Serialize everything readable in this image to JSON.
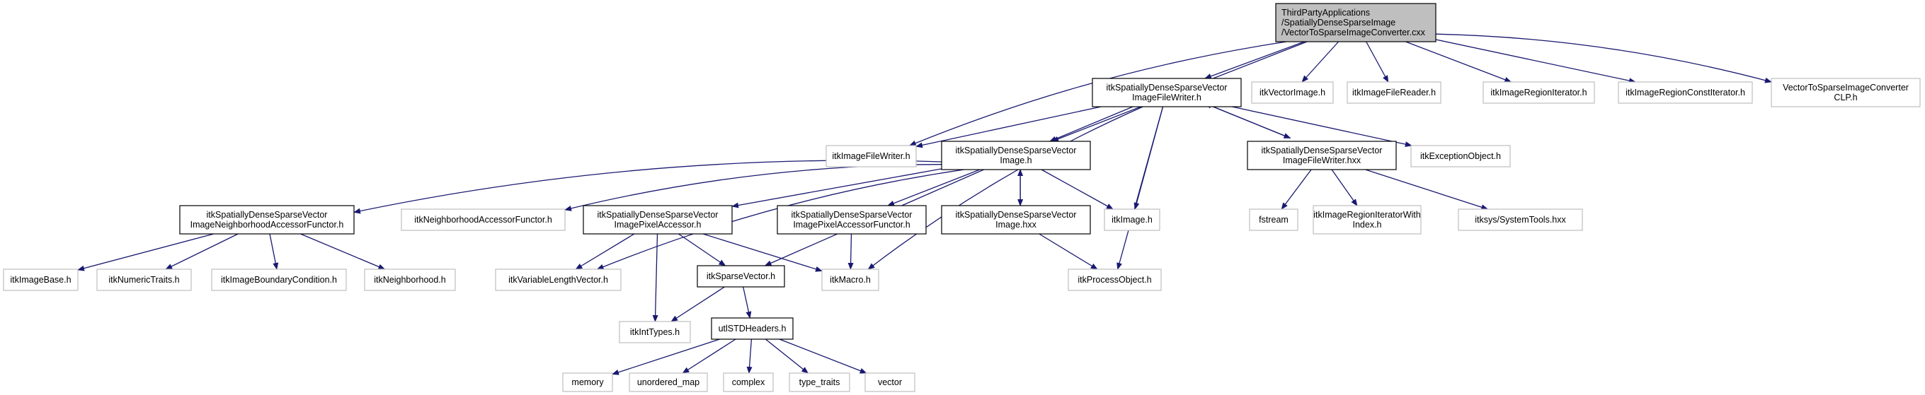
{
  "colors": {
    "edge": "#191970",
    "root_fill": "#bfbfbf",
    "root_stroke": "#000000",
    "documented_stroke": "#000000",
    "external_stroke": "#bfbfbf",
    "node_fill": "#ffffff"
  },
  "nodes": [
    {
      "id": "root",
      "lines": [
        "ThirdPartyApplications",
        "/SpatiallyDenseSparseImage",
        "/VectorToSparseImageConverter.cxx"
      ],
      "kind": "root"
    },
    {
      "id": "fileWriterH",
      "lines": [
        "itkSpatiallyDenseSparseVector",
        "ImageFileWriter.h"
      ],
      "kind": "documented"
    },
    {
      "id": "vectorImageH",
      "lines": [
        "itkVectorImage.h"
      ],
      "kind": "external"
    },
    {
      "id": "imageFileReaderH",
      "lines": [
        "itkImageFileReader.h"
      ],
      "kind": "external"
    },
    {
      "id": "regionIteratorH",
      "lines": [
        "itkImageRegionIterator.h"
      ],
      "kind": "external"
    },
    {
      "id": "regionConstIteratorH",
      "lines": [
        "itkImageRegionConstIterator.h"
      ],
      "kind": "external"
    },
    {
      "id": "clpH",
      "lines": [
        "VectorToSparseImageConverter",
        "CLP.h"
      ],
      "kind": "external"
    },
    {
      "id": "imageFileWriterH",
      "lines": [
        "itkImageFileWriter.h"
      ],
      "kind": "external"
    },
    {
      "id": "sdsvImageH",
      "lines": [
        "itkSpatiallyDenseSparseVector",
        "Image.h"
      ],
      "kind": "documented"
    },
    {
      "id": "fileWriterHxx",
      "lines": [
        "itkSpatiallyDenseSparseVector",
        "ImageFileWriter.hxx"
      ],
      "kind": "documented"
    },
    {
      "id": "exceptionObjectH",
      "lines": [
        "itkExceptionObject.h"
      ],
      "kind": "external"
    },
    {
      "id": "neighborhoodAccessorFunctorH",
      "lines": [
        "itkSpatiallyDenseSparseVector",
        "ImageNeighborhoodAccessorFunctor.h"
      ],
      "kind": "documented"
    },
    {
      "id": "nbAccessorFunctorH",
      "lines": [
        "itkNeighborhoodAccessorFunctor.h"
      ],
      "kind": "external"
    },
    {
      "id": "pixelAccessorH",
      "lines": [
        "itkSpatiallyDenseSparseVector",
        "ImagePixelAccessor.h"
      ],
      "kind": "documented"
    },
    {
      "id": "pixelAccessorFunctorH",
      "lines": [
        "itkSpatiallyDenseSparseVector",
        "ImagePixelAccessorFunctor.h"
      ],
      "kind": "documented"
    },
    {
      "id": "sdsvImageHxx",
      "lines": [
        "itkSpatiallyDenseSparseVector",
        "Image.hxx"
      ],
      "kind": "documented"
    },
    {
      "id": "itkImageH",
      "lines": [
        "itkImage.h"
      ],
      "kind": "external"
    },
    {
      "id": "fstream",
      "lines": [
        "fstream"
      ],
      "kind": "external"
    },
    {
      "id": "regionIteratorWithIndexH",
      "lines": [
        "itkImageRegionIteratorWith",
        "Index.h"
      ],
      "kind": "external"
    },
    {
      "id": "systemToolsHxx",
      "lines": [
        "itksys/SystemTools.hxx"
      ],
      "kind": "external"
    },
    {
      "id": "imageBaseH",
      "lines": [
        "itkImageBase.h"
      ],
      "kind": "external"
    },
    {
      "id": "numericTraitsH",
      "lines": [
        "itkNumericTraits.h"
      ],
      "kind": "external"
    },
    {
      "id": "boundaryConditionH",
      "lines": [
        "itkImageBoundaryCondition.h"
      ],
      "kind": "external"
    },
    {
      "id": "neighborhoodH",
      "lines": [
        "itkNeighborhood.h"
      ],
      "kind": "external"
    },
    {
      "id": "varLenVectorH",
      "lines": [
        "itkVariableLengthVector.h"
      ],
      "kind": "external"
    },
    {
      "id": "sparseVectorH",
      "lines": [
        "itkSparseVector.h"
      ],
      "kind": "documented"
    },
    {
      "id": "macroH",
      "lines": [
        "itkMacro.h"
      ],
      "kind": "external"
    },
    {
      "id": "processObjectH",
      "lines": [
        "itkProcessObject.h"
      ],
      "kind": "external"
    },
    {
      "id": "intTypesH",
      "lines": [
        "itkIntTypes.h"
      ],
      "kind": "external"
    },
    {
      "id": "stdHeadersH",
      "lines": [
        "utlSTDHeaders.h"
      ],
      "kind": "documented"
    },
    {
      "id": "memory",
      "lines": [
        "memory"
      ],
      "kind": "external"
    },
    {
      "id": "unorderedMap",
      "lines": [
        "unordered_map"
      ],
      "kind": "external"
    },
    {
      "id": "complex",
      "lines": [
        "complex"
      ],
      "kind": "external"
    },
    {
      "id": "typeTraits",
      "lines": [
        "type_traits"
      ],
      "kind": "external"
    },
    {
      "id": "vector",
      "lines": [
        "vector"
      ],
      "kind": "external"
    }
  ],
  "edges": [
    {
      "from": "root",
      "to": "fileWriterH"
    },
    {
      "from": "root",
      "to": "vectorImageH"
    },
    {
      "from": "root",
      "to": "imageFileReaderH"
    },
    {
      "from": "root",
      "to": "regionIteratorH"
    },
    {
      "from": "root",
      "to": "regionConstIteratorH"
    },
    {
      "from": "root",
      "to": "clpH"
    },
    {
      "from": "root",
      "to": "imageFileWriterH"
    },
    {
      "from": "root",
      "to": "sdsvImageH"
    },
    {
      "from": "fileWriterH",
      "to": "imageFileWriterH"
    },
    {
      "from": "fileWriterH",
      "to": "sdsvImageH"
    },
    {
      "from": "fileWriterH",
      "to": "fileWriterHxx"
    },
    {
      "from": "fileWriterH",
      "to": "exceptionObjectH"
    },
    {
      "from": "fileWriterH",
      "to": "itkImageH"
    },
    {
      "from": "fileWriterH",
      "to": "macroH"
    },
    {
      "from": "fileWriterH",
      "to": "processObjectH"
    },
    {
      "from": "fileWriterHxx",
      "to": "fileWriterH"
    },
    {
      "from": "fileWriterHxx",
      "to": "fstream"
    },
    {
      "from": "fileWriterHxx",
      "to": "regionIteratorWithIndexH"
    },
    {
      "from": "fileWriterHxx",
      "to": "systemToolsHxx"
    },
    {
      "from": "sdsvImageH",
      "to": "neighborhoodAccessorFunctorH"
    },
    {
      "from": "sdsvImageH",
      "to": "nbAccessorFunctorH"
    },
    {
      "from": "sdsvImageH",
      "to": "pixelAccessorH"
    },
    {
      "from": "sdsvImageH",
      "to": "pixelAccessorFunctorH"
    },
    {
      "from": "sdsvImageH",
      "to": "sdsvImageHxx"
    },
    {
      "from": "sdsvImageH",
      "to": "itkImageH"
    },
    {
      "from": "sdsvImageH",
      "to": "varLenVectorH"
    },
    {
      "from": "sdsvImageH",
      "to": "sparseVectorH"
    },
    {
      "from": "sdsvImageHxx",
      "to": "sdsvImageH"
    },
    {
      "from": "sdsvImageHxx",
      "to": "processObjectH"
    },
    {
      "from": "neighborhoodAccessorFunctorH",
      "to": "imageBaseH"
    },
    {
      "from": "neighborhoodAccessorFunctorH",
      "to": "numericTraitsH"
    },
    {
      "from": "neighborhoodAccessorFunctorH",
      "to": "boundaryConditionH"
    },
    {
      "from": "neighborhoodAccessorFunctorH",
      "to": "neighborhoodH"
    },
    {
      "from": "pixelAccessorH",
      "to": "varLenVectorH"
    },
    {
      "from": "pixelAccessorH",
      "to": "sparseVectorH"
    },
    {
      "from": "pixelAccessorH",
      "to": "macroH"
    },
    {
      "from": "pixelAccessorH",
      "to": "intTypesH"
    },
    {
      "from": "pixelAccessorFunctorH",
      "to": "macroH"
    },
    {
      "from": "sparseVectorH",
      "to": "intTypesH"
    },
    {
      "from": "sparseVectorH",
      "to": "stdHeadersH"
    },
    {
      "from": "stdHeadersH",
      "to": "memory"
    },
    {
      "from": "stdHeadersH",
      "to": "unorderedMap"
    },
    {
      "from": "stdHeadersH",
      "to": "complex"
    },
    {
      "from": "stdHeadersH",
      "to": "typeTraits"
    },
    {
      "from": "stdHeadersH",
      "to": "vector"
    }
  ]
}
